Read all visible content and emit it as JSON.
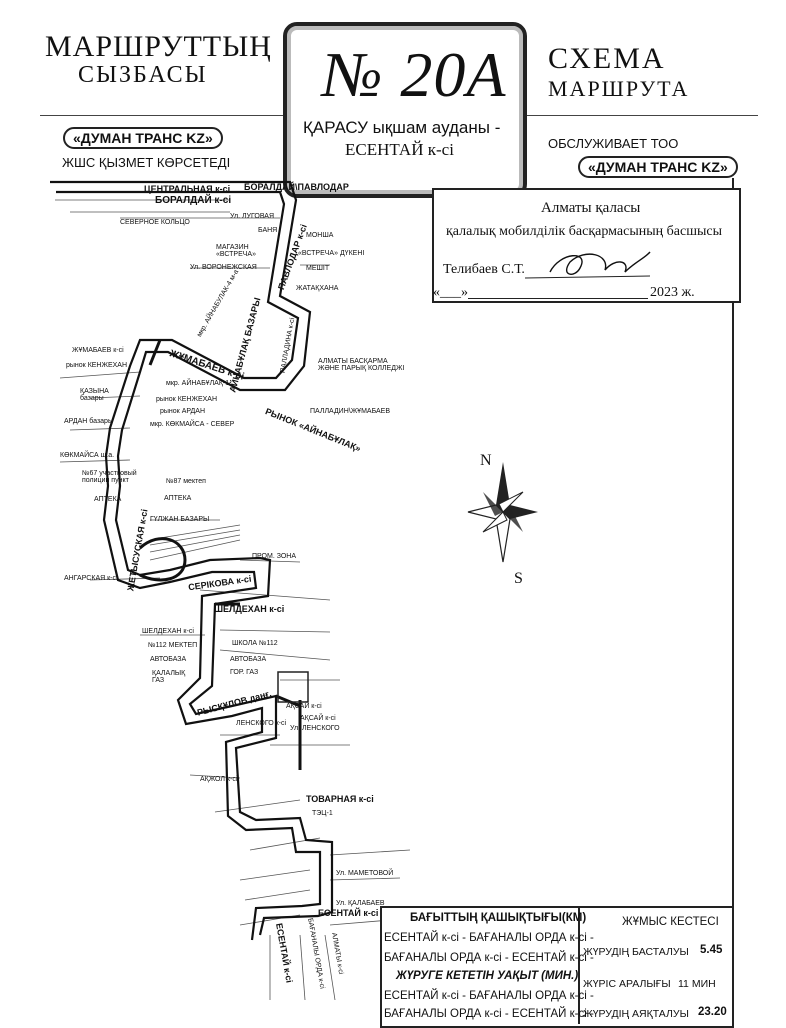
{
  "header": {
    "left_title_1": "МАРШРУТТЫҢ",
    "left_title_2": "СЫЗБАСЫ",
    "right_title_1": "СХЕМА",
    "right_title_2": "МАРШРУТА",
    "route_number": "№ 20А",
    "route_desc_1": "ҚАРАСУ ықшам ауданы -",
    "route_desc_2": "ЕСЕНТАЙ к-сі",
    "operator_left": "«ДУМАН ТРАНС KZ»",
    "operator_left_caption": "ЖШС ҚЫЗМЕТ КӨРСЕТЕДІ",
    "operator_right_caption": "ОБСЛУЖИВАЕТ ТОО",
    "operator_right": "«ДУМАН ТРАНС KZ»"
  },
  "approval": {
    "line1": "Алматы қаласы",
    "line2": "қалалық мобилділік басқармасының басшысы",
    "signer": "Телибаев С.Т.",
    "date_prefix": "«___»",
    "year": "2023 ж."
  },
  "compass": {
    "north": "N",
    "south": "S"
  },
  "map_labels": {
    "borallday_street": "БОРАЛДАЙ к-сі",
    "centralnaya": "ЦЕНТРАЛЬНАЯ к-сі",
    "bupaldai_pavlodar": "БОРАЛДАЙ\\ПАВЛОДАР",
    "lugovaya": "Ул. ЛУГОВАЯ",
    "sernaya": "СЕВЕРНОЕ КОЛЬЦО",
    "banya": "БАНЯ",
    "monsha": "МОНША",
    "magazin": "МАГАЗИН «ВСТРЕЧА»",
    "vstrecha": "«ВСТРЕЧА» ДҮКЕНІ",
    "voroshezhskaya": "Ул. ВОРОНЕЖСКАЯ",
    "meshit": "МЕШІТ",
    "zhatakhana": "ЖАТАҚХАНА",
    "ainabulak4": "мкр. АЙНАБУЛАК-4 м-а",
    "ainabulak_bazary": "АЙНАБҰЛАҚ БАЗАРЫ",
    "pavlodar_street": "ПАВЛОДАР к-сі",
    "palladin": "ПАЛЛАДИНА к-сі",
    "almaty_college": "АЛМАТЫ БАСҚАРМА ЖӘНЕ ПАРЫҚ КОЛЛЕДЖІ",
    "zhumabaev_street": "ЖҰМАБАЕВ к-сі",
    "zhumabaev_left": "ЖҰМАБАЕВ к-сі",
    "rynok_kenzhekhan": "рынок КЕНЖЕХАН",
    "kazyna": "ҚАЗЫНА базары",
    "ainabulak1": "мкр. АЙНАБҰЛАҚ-1",
    "rynok_kenzhekhan_2": "рынок КЕНЖЕХАН",
    "rynok_ardan": "рынок АРДАН",
    "ardan_bazary": "АРДАН базары",
    "kokmaisa_sever": "мкр. КӨКМАЙСА - СЕВЕР",
    "palladin_zhumabaev": "ПАЛЛАДИН\\ЖҰМАБАЕВ",
    "rynok_ainabulak": "РЫНОК «АЙНАБҰЛАҚ»",
    "kokmaisa": "КӨКМАЙСА ш.а.",
    "police": "№67 участковый полиции пункт",
    "no87": "№87 мектеп",
    "apteka": "АПТЕКА",
    "apteka2": "АПТЕКА",
    "gulzhan": "ГҮЛЖАН БАЗАРЫ",
    "zhetysuskaya": "ЖЕТЫСУСКАЯ к-сі",
    "angarskaya": "АНГАРСКАЯ к-сі",
    "prom_zona": "ПРОМ. ЗОНА",
    "serikova": "СЕРІКОВА к-сі",
    "sheldekhan": "ШЕЛДЕХАН к-сі",
    "sheldekhan2": "ШЕЛДЕХАН к-сі",
    "shkola112": "ШКОЛА №112",
    "mektep112": "№112 МЕКТЕП",
    "avtobaza": "АВТОБАЗА",
    "avtobaza2": "АВТОБАЗА",
    "kalalyk_gaz": "ҚАЛАЛЫҚ ГАЗ",
    "gor_gaz": "ГОР. ГАЗ",
    "ryskulov": "РЫСҚҰЛОВ даңғ.",
    "lenskogo": "ЛЕНСКОГО к-сі",
    "lenskogo2": "Ул. ЛЕНСКОГО",
    "akzhol": "АҚЖОЛ к-сі",
    "aksai": "АҚСАЙ к-сі",
    "aksai2": "АҚСАЙ к-сі",
    "tovarnaya": "ТОВАРНАЯ к-сі",
    "tec1": "ТЭЦ-1",
    "mametova": "Ул. МАМЕТОВОЙ",
    "kalabai": "Ул. ҚАЛАБАЕВ",
    "esentai": "ЕСЕНТАЙ к-сі",
    "esentai_bottom": "ЕСЕНТАЙ к-сі",
    "bagany_orda": "БАҒАНАЛЫ ОРДА к-сі",
    "almaty": "АЛМАТЫ к-сі"
  },
  "schedule": {
    "distance_header": "БАҒЫТТЫҢ ҚАШЫҚТЫҒЫ(КМ)",
    "distance_line1": "ЕСЕНТАЙ к-сі - БАҒАНАЛЫ ОРДА к-сі -",
    "distance_line2": "БАҒАНАЛЫ ОРДА к-сі - ЕСЕНТАЙ к-сі -",
    "time_header": "ЖҮРУГЕ КЕТЕТІН УАҚЫТ (МИН.)",
    "time_line1": "ЕСЕНТАЙ к-сі - БАҒАНАЛЫ ОРДА к-сі -",
    "time_line2": "БАҒАНАЛЫ ОРДА к-сі - ЕСЕНТАЙ к-сі -",
    "work_header": "ЖҰМЫС КЕСТЕСІ",
    "start_label": "ЖҮРУДІҢ БАСТАЛУЫ",
    "start_value": "5.45",
    "interval_label": "ЖҮРІС АРАЛЫҒЫ",
    "interval_value": "11 МИН",
    "end_label": "ЖҮРУДІҢ АЯҚТАЛУЫ",
    "end_value": "23.20"
  }
}
